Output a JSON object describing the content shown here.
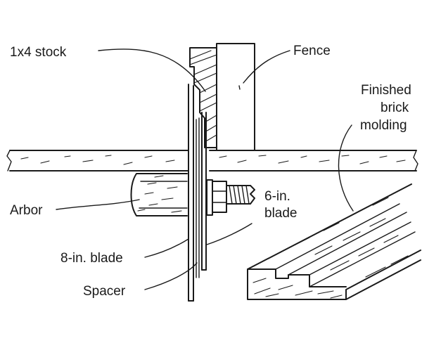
{
  "labels": {
    "stock": "1x4 stock",
    "fence": "Fence",
    "finished": "Finished",
    "brick": "brick",
    "molding": "molding",
    "arbor": "Arbor",
    "blade6_line1": "6-in.",
    "blade6_line2": "blade",
    "blade8": "8-in. blade",
    "spacer": "Spacer"
  }
}
